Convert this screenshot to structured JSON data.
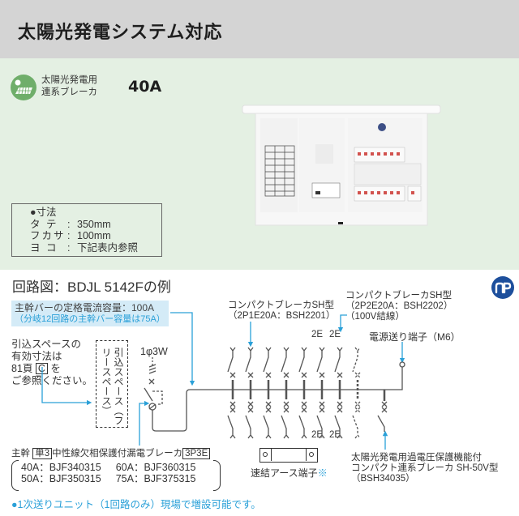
{
  "header": {
    "title": "太陽光発電システム対応"
  },
  "feature": {
    "badge_icon": "solar-panel-icon",
    "label_line1": "太陽光発電用",
    "label_line2": "連系ブレーカ",
    "rating": "40A"
  },
  "product_image": {
    "alt": "住宅用分電盤 製品写真"
  },
  "dimensions": {
    "heading": "●寸法",
    "rows": [
      {
        "key": "タ テ",
        "value": "350mm"
      },
      {
        "key": "フカサ",
        "value": "100mm"
      },
      {
        "key": "ヨ コ",
        "value": "下記表内参照"
      }
    ],
    "separator": ":"
  },
  "circuit": {
    "title": "回路図：BDJL 5142Fの例",
    "logo_icon": "hp-logo-icon",
    "busbar_main": "主幹バーの定格電流容量：100A",
    "busbar_sub": "（分岐12回路の主幹バー容量は75A）",
    "lead_in_note": {
      "line1": "引込スペースの",
      "line2": "有効寸法は",
      "line3_prefix": "81頁",
      "line3_box": "C",
      "line3_suffix": "を",
      "line4": "ご参照ください。"
    },
    "free_space_label": "引込スペース（フリースペース）",
    "phase": "1φ3W",
    "breaker_sh_2p1e": {
      "line1": "コンパクトブレーカSH型",
      "line2": "（2P1E20A：BSH2201）"
    },
    "breaker_sh_2p2e": {
      "line1": "コンパクトブレーカSH型",
      "line2": "（2P2E20A：BSH2202）",
      "line3": "（100V結線）"
    },
    "label_2e": "2E",
    "power_terminal": "電源送り端子（M6）",
    "earth_terminal": "速結アース端子",
    "earth_terminal_mark": "※",
    "solar_breaker": {
      "line1": "太陽光発電用過電圧保護機能付",
      "line2": "コンパクト連系ブレーカ SH-50V型",
      "line3": "（BSH34035）"
    },
    "main_breaker": {
      "prefix": "主幹",
      "box1": "単3",
      "middle": "中性線欠相保護付漏電ブレーカ",
      "box2": "3P3E"
    },
    "models": [
      {
        "rating": "40A",
        "code": "BJF340315"
      },
      {
        "rating": "60A",
        "code": "BJF360315"
      },
      {
        "rating": "50A",
        "code": "BJF350315"
      },
      {
        "rating": "75A",
        "code": "BJF375315"
      }
    ],
    "model_sep": "：",
    "footnote": "●1次送りユニット（1回路のみ）現場で増設可能です。"
  },
  "colors": {
    "header_bg": "#d4d4d4",
    "green_band": "#e4f0e3",
    "badge_green": "#6fae6a",
    "accent_blue": "#2aa0d8",
    "busbar_box": "#d4ebf7",
    "logo_blue": "#1d4f9c",
    "line": "#555555"
  }
}
